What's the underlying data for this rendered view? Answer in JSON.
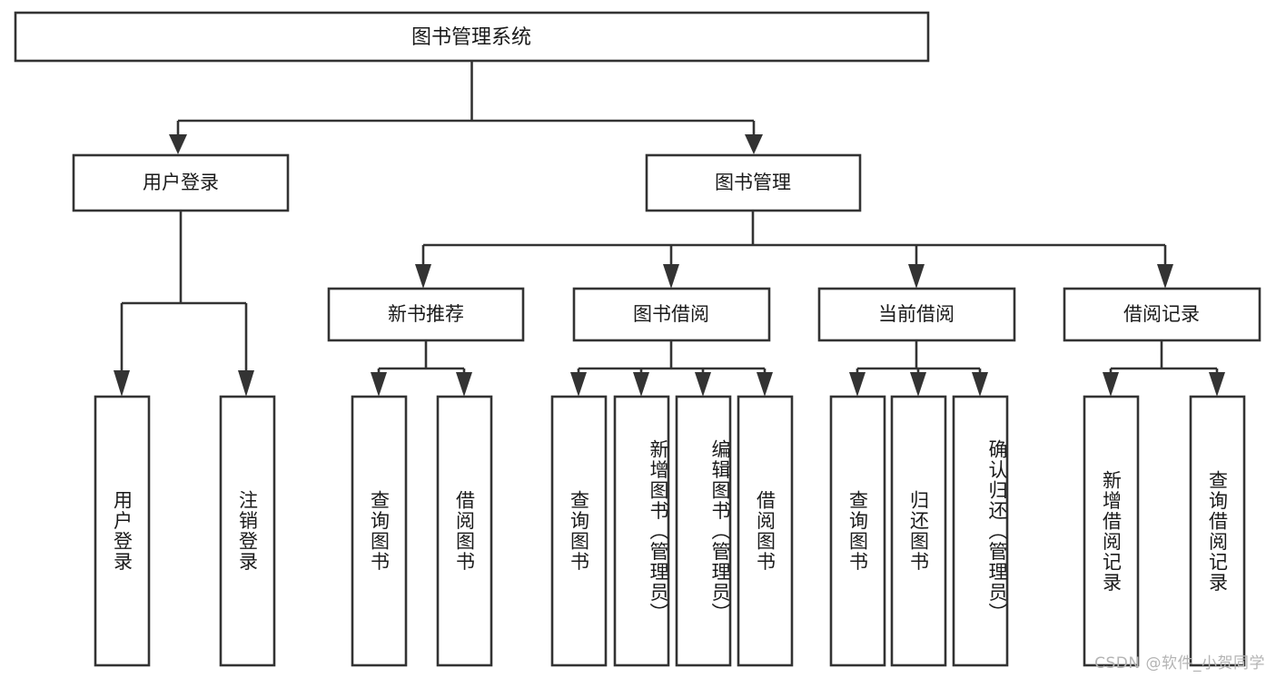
{
  "diagram": {
    "title": "图书管理系统",
    "type": "tree",
    "nodes": {
      "root": {
        "label": "图书管理系统"
      },
      "level2": [
        {
          "id": "user-login",
          "label": "用户登录"
        },
        {
          "id": "book-manage",
          "label": "图书管理"
        }
      ],
      "level3": [
        {
          "id": "new-book-rec",
          "label": "新书推荐"
        },
        {
          "id": "book-borrow",
          "label": "图书借阅"
        },
        {
          "id": "current-borrow",
          "label": "当前借阅"
        },
        {
          "id": "borrow-record",
          "label": "借阅记录"
        }
      ],
      "leaves": [
        {
          "id": "leaf-user-login",
          "label": "用户登录"
        },
        {
          "id": "leaf-user-logout",
          "label": "注销登录"
        },
        {
          "id": "leaf-query-book-1",
          "label": "查询图书"
        },
        {
          "id": "leaf-borrow-book-1",
          "label": "借阅图书"
        },
        {
          "id": "leaf-query-book-2",
          "label": "查询图书"
        },
        {
          "id": "leaf-add-book",
          "label": "新增图书（管理员）"
        },
        {
          "id": "leaf-edit-book",
          "label": "编辑图书（管理员）"
        },
        {
          "id": "leaf-borrow-book-2",
          "label": "借阅图书"
        },
        {
          "id": "leaf-query-book-3",
          "label": "查询图书"
        },
        {
          "id": "leaf-return-book",
          "label": "归还图书"
        },
        {
          "id": "leaf-confirm-return",
          "label": "确认归还（管理员）"
        },
        {
          "id": "leaf-add-record",
          "label": "新增借阅记录"
        },
        {
          "id": "leaf-query-record",
          "label": "查询借阅记录"
        }
      ]
    },
    "colors": {
      "stroke": "#333333",
      "fill": "#ffffff",
      "text": "#1a1a1a",
      "watermark": "#b4b4b4"
    }
  },
  "watermark": {
    "text": "CSDN @软件_小贺同学"
  }
}
